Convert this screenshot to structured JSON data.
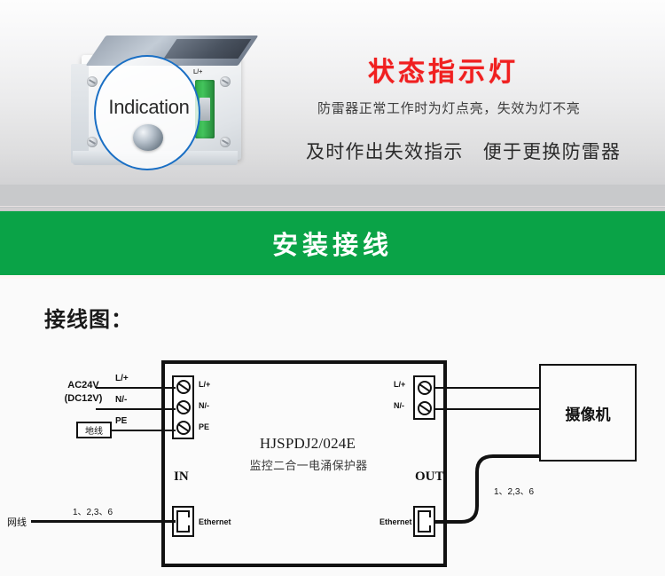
{
  "hero": {
    "title": "状态指示灯",
    "line1": "防雷器正常工作时为灯点亮，失效为灯不亮",
    "line2": "及时作出失效指示　便于更换防雷器",
    "title_color": "#f02020",
    "photo": {
      "indication_label": "Indication",
      "terminal_label": "L/+"
    }
  },
  "banner": {
    "text": "安装接线",
    "background": "#0aa347",
    "text_color": "#ffffff"
  },
  "diagram": {
    "section_label": "接线图：",
    "device": {
      "model": "HJSPDJ2/024E",
      "subtitle": "监控二合一电涌保护器",
      "in_label": "IN",
      "out_label": "OUT"
    },
    "input": {
      "source_label": "AC24V\n(DC12V)",
      "source_line1": "AC24V",
      "source_line2": "(DC12V)",
      "ground_box": "地线",
      "wire_labels": {
        "l": "L/+",
        "n": "N/-",
        "pe": "PE"
      },
      "terminal_labels": {
        "l": "L/+",
        "n": "N/-",
        "pe": "PE"
      },
      "ethernet_label": "Ethernet",
      "net_cable_label": "网线",
      "pin_label": "1、2,3、6"
    },
    "output": {
      "terminal_labels": {
        "l": "L/+",
        "n": "N/-"
      },
      "ethernet_label": "Ethernet",
      "pin_label": "1、2,3、6",
      "device_label": "摄像机"
    }
  }
}
